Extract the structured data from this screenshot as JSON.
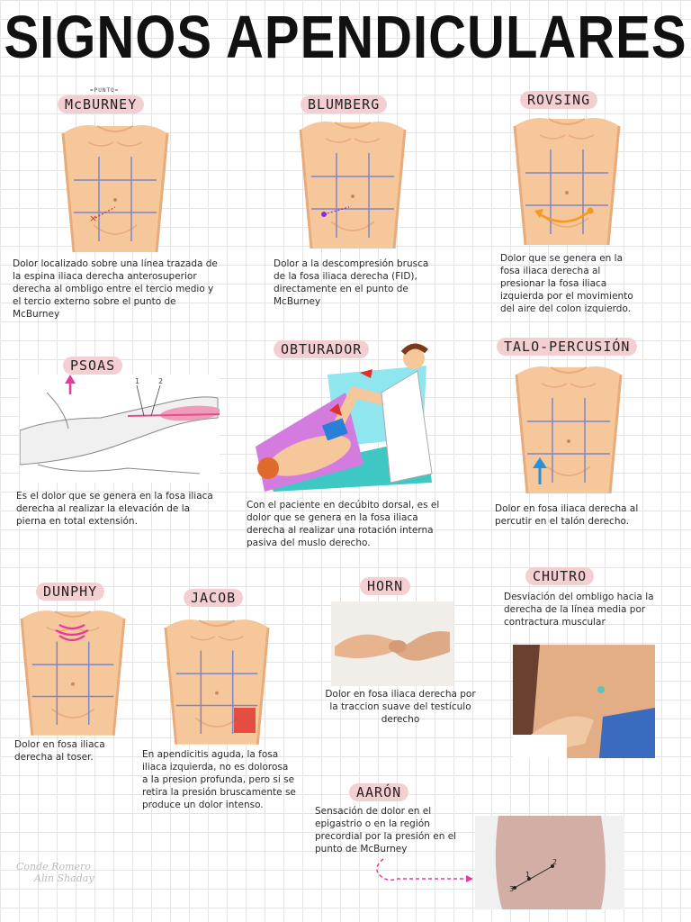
{
  "title": "SIGNOS APENDICULARES",
  "mcburney": {
    "label": "McBURNEY",
    "sub": "=PUNTO=",
    "desc": "Dolor localizado sobre una línea trazada de la espina iliaca derecha anterosuperior derecha al ombligo entre el tercio medio y el tercio externo sobre el punto de McBurney"
  },
  "blumberg": {
    "label": "BLUMBERG",
    "desc": "Dolor a la descompresión brusca de la fosa iliaca derecha (FID), directamente en el punto de McBurney"
  },
  "rovsing": {
    "label": "ROVSING",
    "desc": "Dolor que se genera en la fosa iliaca derecha al presionar la fosa iliaca izquierda por el movimiento del aire del colon izquierdo."
  },
  "psoas": {
    "label": "PSOAS",
    "desc": "Es el dolor que se genera en la fosa iliaca derecha al realizar la elevación de la pierna en total extensión."
  },
  "obturador": {
    "label": "OBTURADOR",
    "desc": "Con el paciente en decúbito dorsal, es el dolor que se genera en la fosa iliaca derecha al realizar una rotación interna pasiva del muslo derecho."
  },
  "talo": {
    "label": "TALO-PERCUSIÓN",
    "desc": "Dolor en fosa iliaca derecha al percutir en el talón derecho."
  },
  "dunphy": {
    "label": "DUNPHY",
    "desc": "Dolor en fosa iliaca derecha al toser."
  },
  "jacob": {
    "label": "JACOB",
    "desc": "En apendicitis aguda, la fosa iliaca izquierda, no es dolorosa a la presion profunda, pero si se retira la presión bruscamente se produce un dolor intenso."
  },
  "horn": {
    "label": "HORN",
    "desc": "Dolor en fosa iliaca derecha por la traccion suave del testículo derecho"
  },
  "chutro": {
    "label": "CHUTRO",
    "desc": "Desviación del ombligo hacia la derecha de la línea media por contractura muscular"
  },
  "aaron": {
    "label": "AARÓN",
    "desc": "Sensación de dolor en el epigastrio o en la región precordial por la presión en el punto de McBurney",
    "points": [
      "1",
      "2",
      "3"
    ]
  },
  "psoas_marks": [
    "1",
    "2"
  ],
  "signature": [
    "Conde Romero",
    "Alin Shaday"
  ],
  "colors": {
    "skin": "#f6c79a",
    "skin_shadow": "#e8ab7b",
    "grid": "#7b86c9",
    "label_bg": "#f4cfd2",
    "accent_red": "#e0302a",
    "accent_purple": "#8a2be2",
    "accent_orange": "#f59a20",
    "accent_blue": "#2a8fd6",
    "accent_pink": "#e8399a"
  }
}
